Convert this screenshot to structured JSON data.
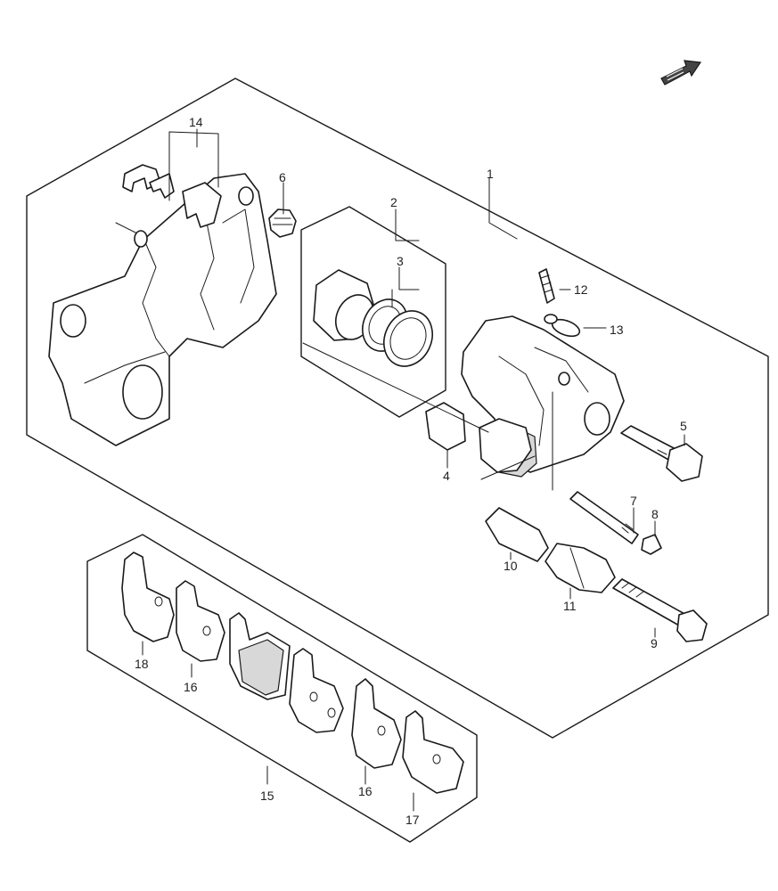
{
  "diagram": {
    "direction_icon": "front-arrow-icon",
    "parts": [
      {
        "id": "p1",
        "number": "1"
      },
      {
        "id": "p2",
        "number": "2"
      },
      {
        "id": "p3",
        "number": "3"
      },
      {
        "id": "p4",
        "number": "4"
      },
      {
        "id": "p5",
        "number": "5"
      },
      {
        "id": "p6",
        "number": "6"
      },
      {
        "id": "p7",
        "number": "7"
      },
      {
        "id": "p8",
        "number": "8"
      },
      {
        "id": "p9",
        "number": "9"
      },
      {
        "id": "p10",
        "number": "10"
      },
      {
        "id": "p11",
        "number": "11"
      },
      {
        "id": "p12",
        "number": "12"
      },
      {
        "id": "p13",
        "number": "13"
      },
      {
        "id": "p14",
        "number": "14"
      },
      {
        "id": "p15",
        "number": "15"
      },
      {
        "id": "p16a",
        "number": "16"
      },
      {
        "id": "p16b",
        "number": "16"
      },
      {
        "id": "p17",
        "number": "17"
      },
      {
        "id": "p18",
        "number": "18"
      }
    ]
  }
}
